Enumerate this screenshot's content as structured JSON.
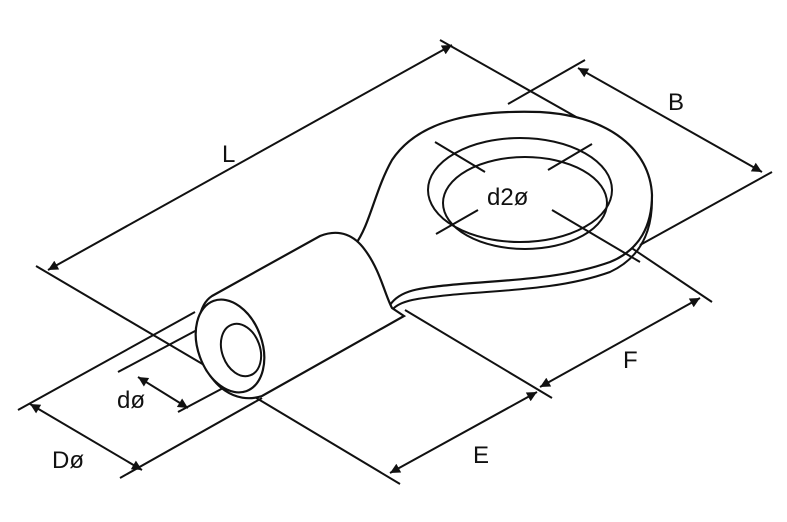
{
  "title": "Ring terminal dimension drawing",
  "labels": {
    "L": "L",
    "B": "B",
    "d2": "d2ø",
    "F": "F",
    "E": "E",
    "d": "dø",
    "D": "Dø"
  },
  "colors": {
    "line": "#111111",
    "background": "#ffffff"
  }
}
